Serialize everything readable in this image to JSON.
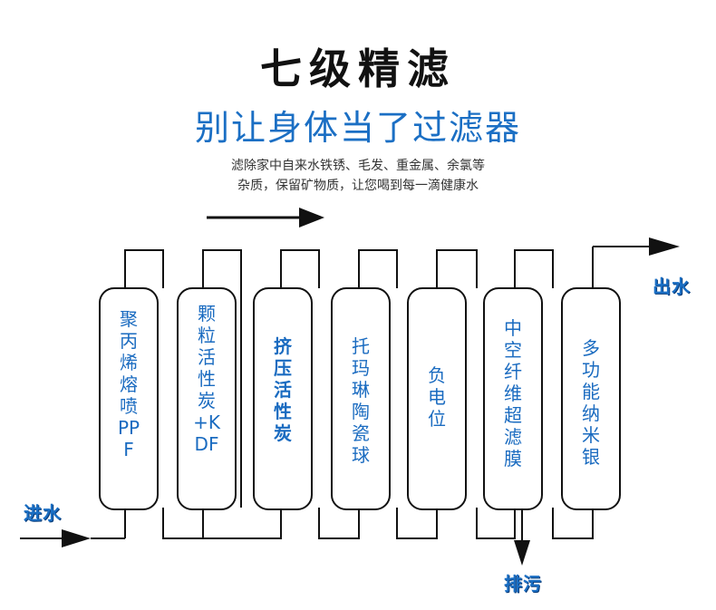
{
  "title": "七级精滤",
  "subtitle": "别让身体当了过滤器",
  "description": {
    "line1": "滤除家中自来水铁锈、毛发、重金属、余氯等",
    "line2": "杂质，保留矿物质，让您喝到每一滴健康水"
  },
  "stages": [
    {
      "label": "聚丙烯熔喷PPF"
    },
    {
      "label": "颗粒活性炭+KDF"
    },
    {
      "label": "挤压活性炭"
    },
    {
      "label": "托玛琳陶瓷球"
    },
    {
      "label": "负电位"
    },
    {
      "label": "中空纤维超滤膜"
    },
    {
      "label": "多功能纳米银"
    }
  ],
  "flow_labels": {
    "inlet": "进水",
    "outlet": "出水",
    "drain": "排污"
  },
  "colors": {
    "accent": "#1b6fc4",
    "stage_text": "#1a6bc0",
    "line": "#111111"
  }
}
